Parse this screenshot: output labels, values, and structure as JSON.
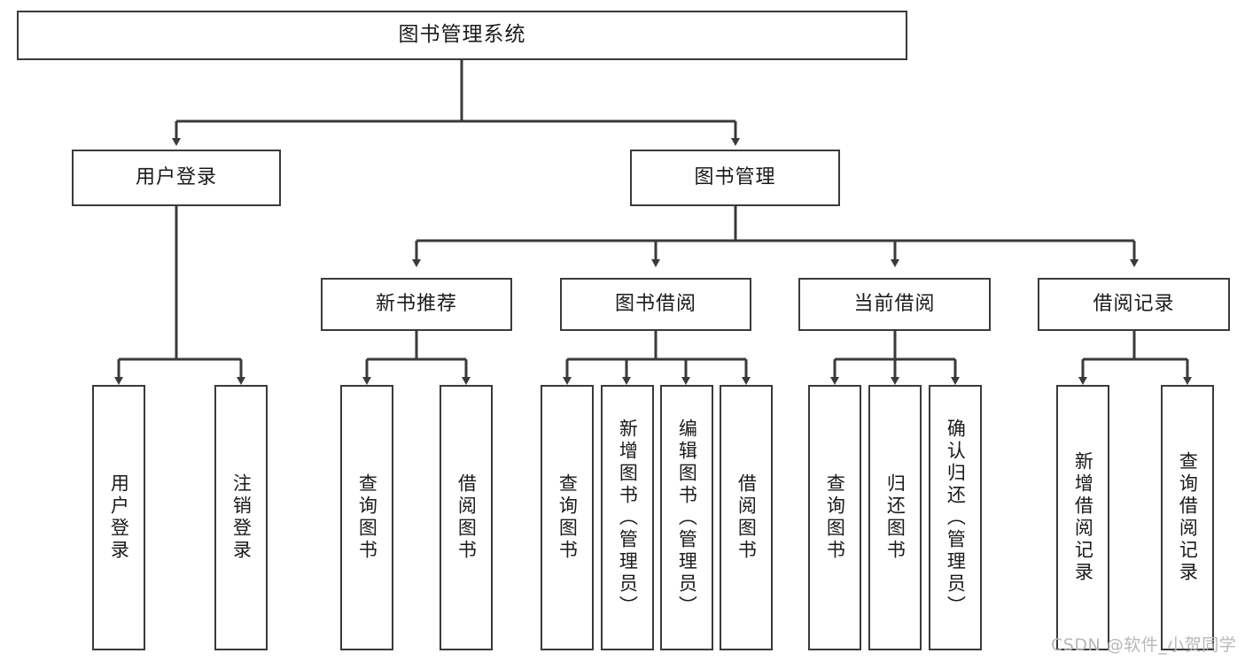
{
  "diagram": {
    "title": "图书管理系统",
    "type": "tree-diagram",
    "watermark": "CSDN @软件_小贺同学",
    "colors": {
      "border": "#3a3a3a",
      "text": "#1a1a1a",
      "background": "#ffffff",
      "connector": "#3a3a3a",
      "watermark": "#b8b8b8"
    },
    "root": {
      "label": "图书管理系统"
    },
    "level2": [
      {
        "id": "user-login",
        "label": "用户登录"
      },
      {
        "id": "book-management",
        "label": "图书管理"
      }
    ],
    "level3": [
      {
        "id": "new-book-recommend",
        "label": "新书推荐",
        "parent": "book-management"
      },
      {
        "id": "book-borrow",
        "label": "图书借阅",
        "parent": "book-management"
      },
      {
        "id": "current-borrow",
        "label": "当前借阅",
        "parent": "book-management"
      },
      {
        "id": "borrow-record",
        "label": "借阅记录",
        "parent": "book-management"
      }
    ],
    "leaves": {
      "user_login": [
        {
          "id": "leaf-user-login",
          "label": "用户登录"
        },
        {
          "id": "leaf-logout-login",
          "label": "注销登录"
        }
      ],
      "new_book_recommend": [
        {
          "id": "leaf-query-book-1",
          "label": "查询图书"
        },
        {
          "id": "leaf-borrow-book-1",
          "label": "借阅图书"
        }
      ],
      "book_borrow": [
        {
          "id": "leaf-query-book-2",
          "label": "查询图书"
        },
        {
          "id": "leaf-add-book",
          "label": "新增图书（管理员）"
        },
        {
          "id": "leaf-edit-book",
          "label": "编辑图书（管理员）"
        },
        {
          "id": "leaf-borrow-book-2",
          "label": "借阅图书"
        }
      ],
      "current_borrow": [
        {
          "id": "leaf-query-book-3",
          "label": "查询图书"
        },
        {
          "id": "leaf-return-book",
          "label": "归还图书"
        },
        {
          "id": "leaf-confirm-return",
          "label": "确认归还（管理员）"
        }
      ],
      "borrow_record": [
        {
          "id": "leaf-add-record",
          "label": "新增借阅记录"
        },
        {
          "id": "leaf-query-record",
          "label": "查询借阅记录"
        }
      ]
    }
  }
}
